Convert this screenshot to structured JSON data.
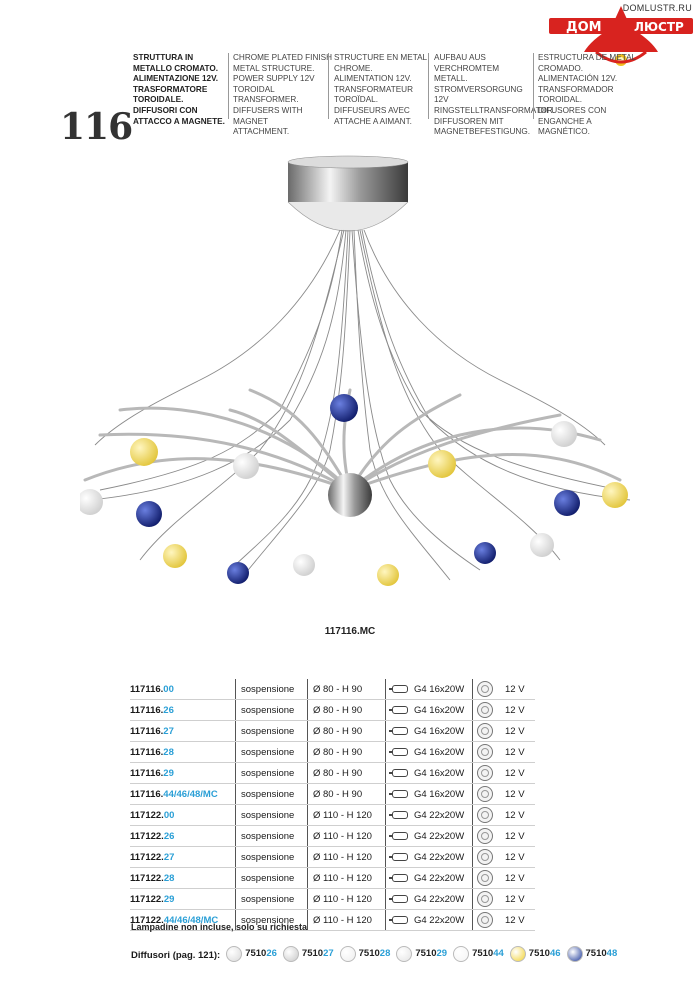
{
  "site": "DOMLUSTR.RU",
  "logo": {
    "word1": "ДОМ",
    "word2": "ЛЮСТР",
    "color": "#d8231f"
  },
  "page_number": "116",
  "descriptions": [
    "STRUTTURA IN\nMETALLO CROMATO.\nALIMENTAZIONE 12V.\nTRASFORMATORE\nTOROIDALE.\nDIFFUSORI CON\nATTACCO A MAGNETE.",
    "CHROME PLATED FINISH\nMETAL STRUCTURE.\nPOWER SUPPLY 12V\nTOROIDAL TRANSFORMER.\nDIFFUSERS WITH MAGNET\nATTACHMENT.",
    "STRUCTURE EN METAL\nCHROME.\nALIMENTATION 12V.\nTRANSFORMATEUR\nTOROÏDAL.\nDIFFUSEURS AVEC\nATTACHE A AIMANT.",
    "AUFBAU AUS\nVERCHROMTEM METALL.\nSTROMVERSORGUNG 12V\nRINGSTELLTRANSFORMATOR.\nDIFFUSOREN MIT\nMAGNETBEFESTIGUNG.",
    "ESTRUCTURA DE METAL\nCROMADO.\nALIMENTACIÓN 12V.\nTRANSFORMADOR\nTOROIDAL.\nDIFUSORES CON\nENGANCHE A MAGNÉTICO."
  ],
  "model_code": "117116.MC",
  "table": [
    {
      "base": "117116.",
      "suffix": "00",
      "type": "sospensione",
      "dim": "Ø 80 - H 90",
      "bulb": "G4 16x20W",
      "volt": "12 V"
    },
    {
      "base": "117116.",
      "suffix": "26",
      "type": "sospensione",
      "dim": "Ø 80 - H 90",
      "bulb": "G4 16x20W",
      "volt": "12 V"
    },
    {
      "base": "117116.",
      "suffix": "27",
      "type": "sospensione",
      "dim": "Ø 80 - H 90",
      "bulb": "G4 16x20W",
      "volt": "12 V"
    },
    {
      "base": "117116.",
      "suffix": "28",
      "type": "sospensione",
      "dim": "Ø 80 - H 90",
      "bulb": "G4 16x20W",
      "volt": "12 V"
    },
    {
      "base": "117116.",
      "suffix": "29",
      "type": "sospensione",
      "dim": "Ø 80 - H 90",
      "bulb": "G4 16x20W",
      "volt": "12 V"
    },
    {
      "base": "117116.",
      "suffix": "44/46/48/MC",
      "type": "sospensione",
      "dim": "Ø 80 - H 90",
      "bulb": "G4 16x20W",
      "volt": "12 V"
    },
    {
      "base": "117122.",
      "suffix": "00",
      "type": "sospensione",
      "dim": "Ø 110 - H 120",
      "bulb": "G4 22x20W",
      "volt": "12 V"
    },
    {
      "base": "117122.",
      "suffix": "26",
      "type": "sospensione",
      "dim": "Ø 110 - H 120",
      "bulb": "G4 22x20W",
      "volt": "12 V"
    },
    {
      "base": "117122.",
      "suffix": "27",
      "type": "sospensione",
      "dim": "Ø 110 - H 120",
      "bulb": "G4 22x20W",
      "volt": "12 V"
    },
    {
      "base": "117122.",
      "suffix": "28",
      "type": "sospensione",
      "dim": "Ø 110 - H 120",
      "bulb": "G4 22x20W",
      "volt": "12 V"
    },
    {
      "base": "117122.",
      "suffix": "29",
      "type": "sospensione",
      "dim": "Ø 110 - H 120",
      "bulb": "G4 22x20W",
      "volt": "12 V"
    },
    {
      "base": "117122.",
      "suffix": "44/46/48/MC",
      "type": "sospensione",
      "dim": "Ø 110 - H 120",
      "bulb": "G4 22x20W",
      "volt": "12 V"
    }
  ],
  "note": "Lampadine non incluse, solo su richiesta",
  "diffusers_label": "Diffusori (pag. 121):",
  "diffusers": [
    {
      "base": "7510",
      "suffix": "26",
      "icon": "clear-crystal-diffuser",
      "color": "#d9d9d9"
    },
    {
      "base": "7510",
      "suffix": "27",
      "icon": "clear-crystal-diffuser",
      "color": "#c8c8c8"
    },
    {
      "base": "7510",
      "suffix": "28",
      "icon": "white-diffuser",
      "color": "#eeeeee"
    },
    {
      "base": "7510",
      "suffix": "29",
      "icon": "white-diffuser",
      "color": "#e4e4e4"
    },
    {
      "base": "7510",
      "suffix": "44",
      "icon": "white-sphere",
      "color": "#f4f4f4"
    },
    {
      "base": "7510",
      "suffix": "46",
      "icon": "yellow-sphere",
      "color": "#f2d230"
    },
    {
      "base": "7510",
      "suffix": "48",
      "icon": "blue-sphere",
      "color": "#1e3a9a"
    }
  ],
  "colors": {
    "code_suffix": "#2a9fd6",
    "yellow": "#f0d44a",
    "blue": "#1b2f8c",
    "white": "#f4f4f4"
  }
}
